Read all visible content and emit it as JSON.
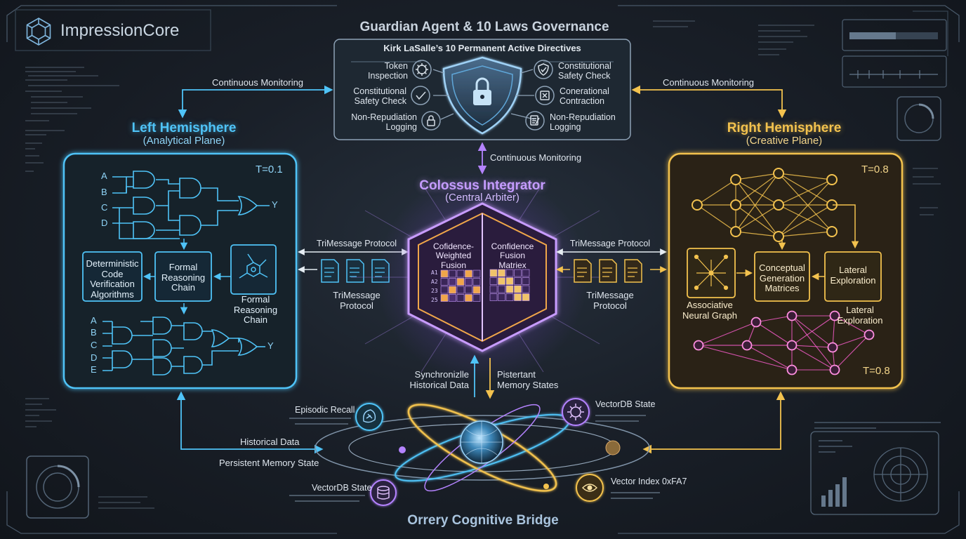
{
  "brand": {
    "name": "ImpressionCore"
  },
  "guardian": {
    "title": "Guardian Agent & 10 Laws Governance",
    "subtitle": "Kirk LaSalle’s 10 Permanent Active Directives",
    "left_items": [
      {
        "label": "Token\nInspection",
        "icon": "gear-icon"
      },
      {
        "label": "Constitutional\nSafety Check",
        "icon": "check-icon"
      },
      {
        "label": "Non-Repudiation\nLogging",
        "icon": "lock-icon"
      }
    ],
    "right_items": [
      {
        "label": "Constitutional\nSafety Check",
        "icon": "shield-check-icon"
      },
      {
        "label": "Conerational\nContraction",
        "icon": "x-box-icon"
      },
      {
        "label": "Non-Repudiation\nLogging",
        "icon": "document-pen-icon"
      }
    ]
  },
  "monitoring": {
    "left": "Continuous Monitoring",
    "right": "Continuous Monitoring",
    "center": "Continuous Monitoring"
  },
  "left_hemisphere": {
    "title": "Left Hemisphere",
    "subtitle": "(Analytical Plane)",
    "temperature": "T=0.1",
    "inputs_top": [
      "A",
      "B",
      "C",
      "D"
    ],
    "output_top": "Y",
    "inputs_bottom": [
      "A",
      "B",
      "C",
      "D",
      "E"
    ],
    "output_bottom": "Y",
    "box_code": "Deterministic\nCode\nVerification\nAlgorithms",
    "box_chain": "Formal\nReasoning\nChain",
    "chain_caption": "Formal\nReasoning\nChain"
  },
  "right_hemisphere": {
    "title": "Right Hemisphere",
    "subtitle": "(Creative Plane)",
    "temperature_top": "T=0.8",
    "temperature_bottom": "T=0.8",
    "associative_caption": "Associative\nNeural Graph",
    "box_conceptual": "Conceptual\nGeneration\nMatrices",
    "box_lateral": "Lateral\nExploration",
    "lateral_caption": "Lateral\nExploration"
  },
  "integrator": {
    "title": "Colossus Integrator",
    "subtitle": "(Central Arbiter)",
    "left_panel": "Cofidence-\nWeighted\nFusion",
    "right_panel": "Confidence\nFusion\nMatriex",
    "row_labels": [
      "A1",
      "A2",
      "23",
      "25"
    ]
  },
  "protocol": {
    "left_top": "TriMessage Protocol",
    "left_bottom": "TriMessage\nProtocol",
    "right_top": "TriMessage Protocol",
    "right_bottom": "TriMessage\nProtocol"
  },
  "sync": {
    "left": "Synchronizlle\nHistorical Data",
    "right": "Pistertant\nMemory States"
  },
  "orrery": {
    "title": "Orrery Cognitive Bridge",
    "episodic": "Episodic Recall",
    "vectordb_top": "VectorDB State",
    "vectordb_bottom": "VectorDB State",
    "vector_index": "Vector Index 0xFA7"
  },
  "memory_links": {
    "historical": "Historical Data",
    "persistent": "Persistent Memory State"
  },
  "colors": {
    "blue": "#4fc3f7",
    "gold": "#f3c24e",
    "purple": "#b483ff",
    "pink": "#ff5fd2",
    "steel": "#8fa6bd"
  }
}
